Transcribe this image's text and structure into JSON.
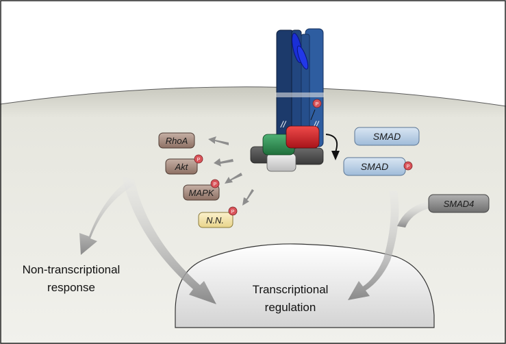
{
  "nodes": {
    "rhoa": "RhoA",
    "akt": "Akt",
    "mapk": "MAPK",
    "nn": "N.N.",
    "smad_top": "SMAD",
    "smad_phos": "SMAD",
    "smad4": "SMAD4"
  },
  "phospho_marker": "P",
  "labels": {
    "non_transcriptional": [
      "Non-transcriptional",
      "response"
    ],
    "transcriptional": [
      "Transcriptional",
      "regulation"
    ]
  },
  "receptor_marks": [
    "//",
    "//"
  ],
  "colors": {
    "cell_fill": "#e9e9e2",
    "receptor_dark": "#1c3a6b",
    "receptor_light": "#2e5da0",
    "ligand": "#1a2fd6",
    "phospho": "#d9545a",
    "kinase_red": "#cc1f24",
    "kinase_green": "#2e8c4f",
    "smad_blue": "#b7cde4",
    "rho_brown": "#a5897c",
    "nn_yellow": "#f3e3a6",
    "smad4_gray": "#8e8e8e"
  }
}
